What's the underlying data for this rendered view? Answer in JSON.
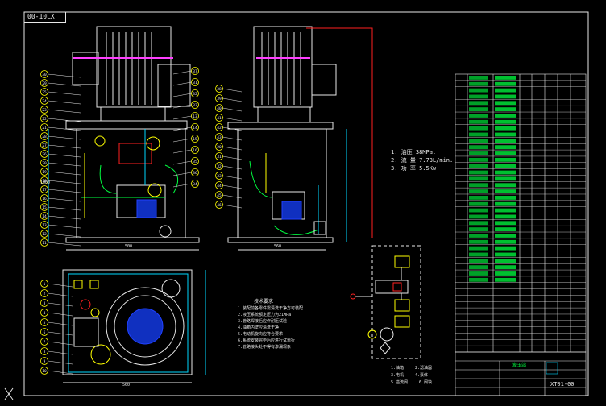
{
  "title_tab": "00-10LX",
  "specs": [
    "1. 油压 38MPa.",
    "2. 流 量 7.73L/min.",
    "3. 功 率 5.5Kw"
  ],
  "notes_title": "技术要求",
  "notes": [
    "1.装配前各零件需清洗干净方可装配",
    "2.液压系统额定压力为21MPa",
    "3.管路焊接后应作耐压试验",
    "4.油箱内壁应清洗干净",
    "5.电动机旋向应符合要求",
    "6.系统安装完毕后应进行试运行",
    "7.管路接头处不得有渗漏现象"
  ],
  "legend": [
    "1.油箱",
    "2.滤油器",
    "3.电机",
    "4.泵体",
    "5.溢流阀",
    "6.阀块"
  ],
  "drawing_number": "XT01-00",
  "title_block_label": "液压站",
  "dim_labels": [
    "500",
    "560",
    "560",
    "1000"
  ],
  "balloons_front_left": [
    "30",
    "29",
    "25",
    "24",
    "23",
    "22",
    "21",
    "28",
    "27",
    "26",
    "20",
    "19",
    "18",
    "17",
    "16",
    "15",
    "14",
    "13",
    "12",
    "11"
  ],
  "balloons_front_right": [
    "37",
    "31",
    "32",
    "33",
    "13",
    "14",
    "15",
    "16",
    "35",
    "36",
    "34"
  ],
  "balloons_side": [
    "38",
    "39",
    "40",
    "41",
    "42",
    "43",
    "20",
    "31",
    "32",
    "33",
    "44",
    "45",
    "46"
  ],
  "balloons_plan": [
    "1",
    "2",
    "3",
    "4",
    "5",
    "6",
    "7",
    "8",
    "9",
    "10"
  ],
  "colors": {
    "line": "#e8e8e8",
    "cyan": "#00d8ff",
    "green": "#00ff40",
    "yellow": "#ffff00",
    "red": "#ff2020",
    "magenta": "#ff40ff",
    "blue": "#2040ff"
  }
}
